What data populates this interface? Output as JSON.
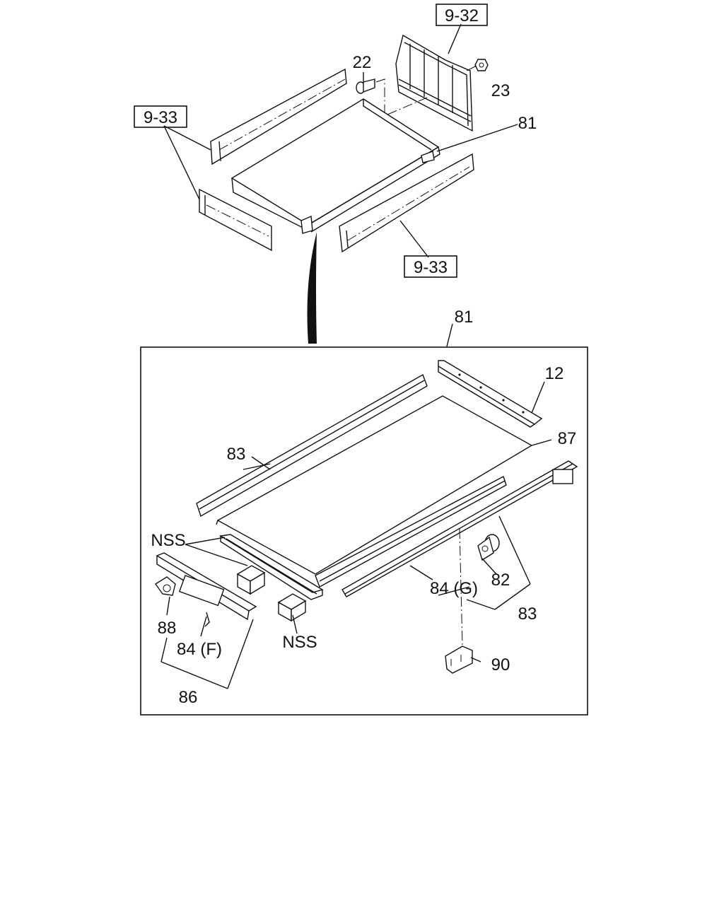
{
  "labels": {
    "ref_9_32": "9-32",
    "ref_9_33_left": "9-33",
    "ref_9_33_bottom": "9-33",
    "p22": "22",
    "p23": "23",
    "p81_top": "81",
    "p81_box": "81",
    "p12": "12",
    "p87": "87",
    "p83_upper": "83",
    "p83_lower": "83",
    "nss_left": "NSS",
    "nss_right": "NSS",
    "p82": "82",
    "p84g": "84 (G)",
    "p88": "88",
    "p84f": "84 (F)",
    "p86": "86",
    "p90": "90"
  }
}
